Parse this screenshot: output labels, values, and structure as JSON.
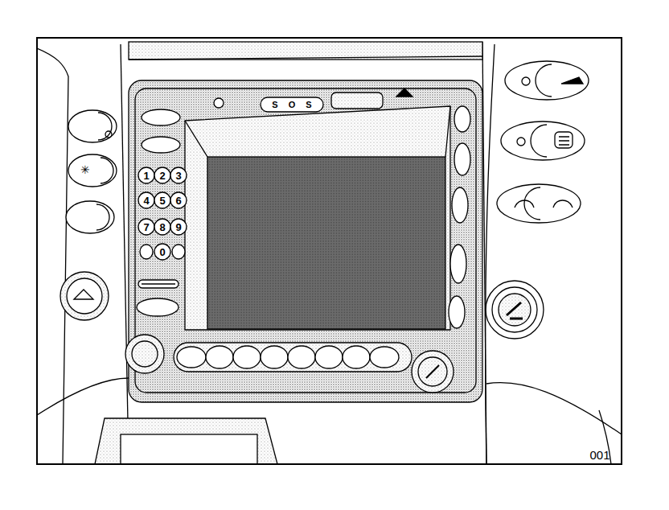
{
  "diagram": {
    "labels": [
      "1",
      "2",
      "3",
      "4",
      "5",
      "6",
      "7",
      "8",
      "9",
      "0",
      "S",
      "O",
      "S",
      "001"
    ]
  }
}
